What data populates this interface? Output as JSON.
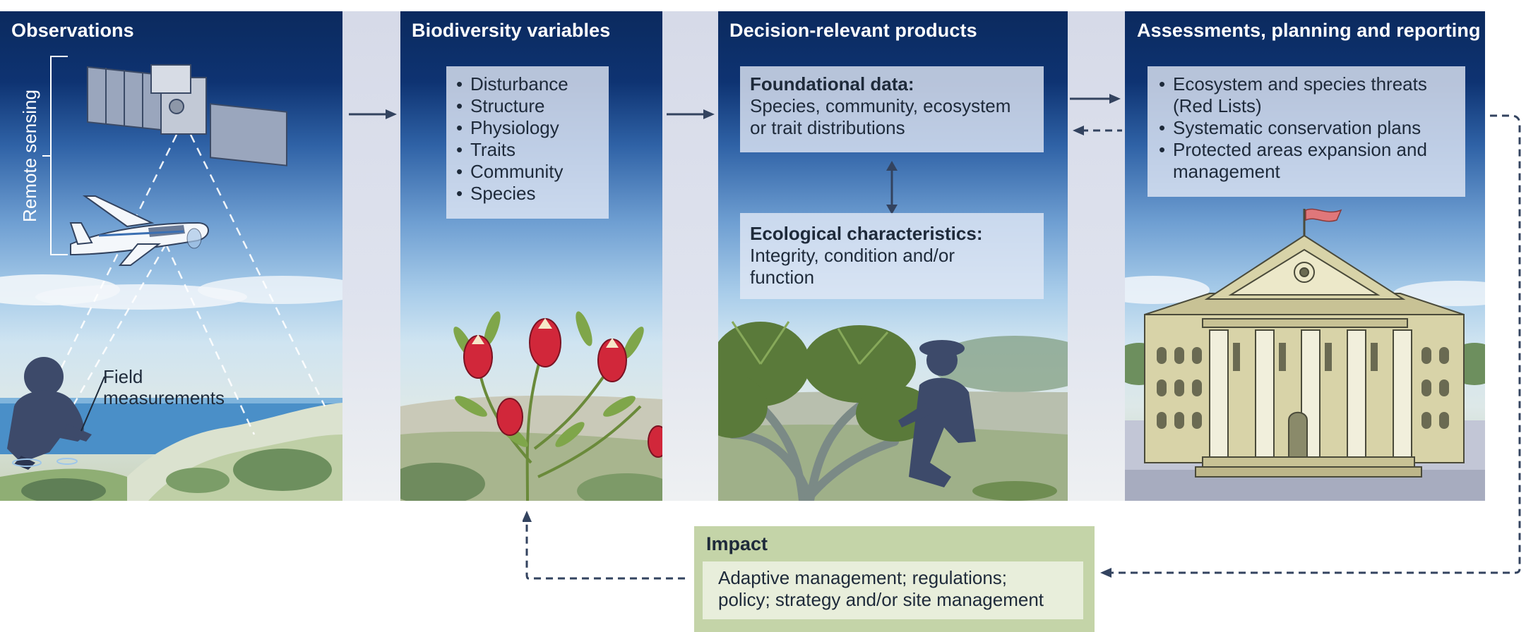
{
  "panels": [
    {
      "title": "Observations"
    },
    {
      "title": "Biodiversity variables"
    },
    {
      "title": "Decision-relevant products"
    },
    {
      "title": "Assessments, planning and reporting"
    }
  ],
  "observations": {
    "remote_sensing_label": "Remote sensing",
    "field_label_line1": "Field",
    "field_label_line2": "measurements"
  },
  "biodiversity_variables": {
    "items": [
      "Disturbance",
      "Structure",
      "Physiology",
      "Traits",
      "Community",
      "Species"
    ]
  },
  "decision_products": {
    "foundational_title": "Foundational data:",
    "foundational_line1": "Species, community, ecosystem",
    "foundational_line2": "or trait distributions",
    "ecological_title": "Ecological characteristics:",
    "ecological_line1": "Integrity, condition and/or",
    "ecological_line2": "function"
  },
  "assessments": {
    "item1_line1": "Ecosystem and species threats",
    "item1_line2": "(Red Lists)",
    "item2": "Systematic conservation plans",
    "item3_line1": "Protected areas expansion and",
    "item3_line2": "management"
  },
  "impact": {
    "title": "Impact",
    "line1": "Adaptive management; regulations;",
    "line2": "policy; strategy and/or site management"
  },
  "colors": {
    "panel_top": "#0b2a5e",
    "arrow": "#33435f",
    "impact_bg": "#c4d4a8",
    "flag": "#e0777a"
  }
}
